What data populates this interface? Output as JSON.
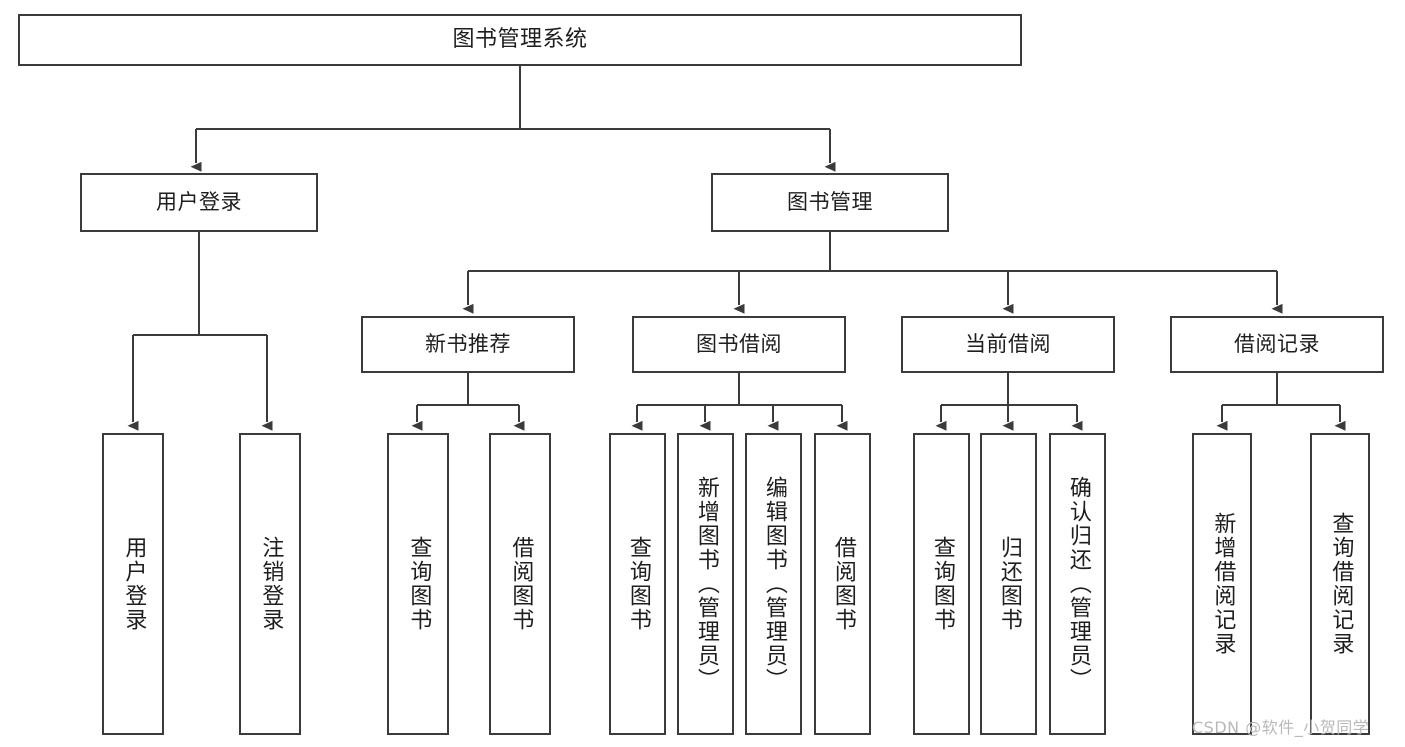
{
  "diagram": {
    "title": "图书管理系统",
    "type": "tree",
    "orientation": "top-down",
    "colors": {
      "background": "#ffffff",
      "box_border": "#3b3b3b",
      "box_fill": "#ffffff",
      "connector": "#3b3b3b",
      "text": "#1e1e1e",
      "watermark": "#b9b9b9"
    },
    "watermark": "CSDN @软件_小贺同学"
  },
  "nodes": {
    "root": {
      "label": "图书管理系统",
      "level": 0
    },
    "level1": [
      {
        "id": "user-login",
        "label": "用户登录"
      },
      {
        "id": "book-manage",
        "label": "图书管理"
      }
    ],
    "level2": [
      {
        "id": "new-book-recommend",
        "label": "新书推荐",
        "parent": "book-manage"
      },
      {
        "id": "book-borrow",
        "label": "图书借阅",
        "parent": "book-manage"
      },
      {
        "id": "current-borrow",
        "label": "当前借阅",
        "parent": "book-manage"
      },
      {
        "id": "borrow-record",
        "label": "借阅记录",
        "parent": "book-manage"
      }
    ],
    "leaves": [
      {
        "id": "leaf-user-login",
        "label": "用户登录",
        "parent": "user-login"
      },
      {
        "id": "leaf-user-logout",
        "label": "注销登录",
        "parent": "user-login"
      },
      {
        "id": "leaf-query-book-1",
        "label": "查询图书",
        "parent": "new-book-recommend"
      },
      {
        "id": "leaf-borrow-book-1",
        "label": "借阅图书",
        "parent": "new-book-recommend"
      },
      {
        "id": "leaf-query-book-2",
        "label": "查询图书",
        "parent": "book-borrow"
      },
      {
        "id": "leaf-add-book",
        "label": "新增图书（管理员）",
        "parent": "book-borrow"
      },
      {
        "id": "leaf-edit-book",
        "label": "编辑图书（管理员）",
        "parent": "book-borrow"
      },
      {
        "id": "leaf-borrow-book-2",
        "label": "借阅图书",
        "parent": "book-borrow"
      },
      {
        "id": "leaf-query-book-3",
        "label": "查询图书",
        "parent": "current-borrow"
      },
      {
        "id": "leaf-return-book",
        "label": "归还图书",
        "parent": "current-borrow"
      },
      {
        "id": "leaf-confirm-return",
        "label": "确认归还（管理员）",
        "parent": "current-borrow"
      },
      {
        "id": "leaf-add-record",
        "label": "新增借阅记录",
        "parent": "borrow-record"
      },
      {
        "id": "leaf-query-record",
        "label": "查询借阅记录",
        "parent": "borrow-record"
      }
    ]
  }
}
